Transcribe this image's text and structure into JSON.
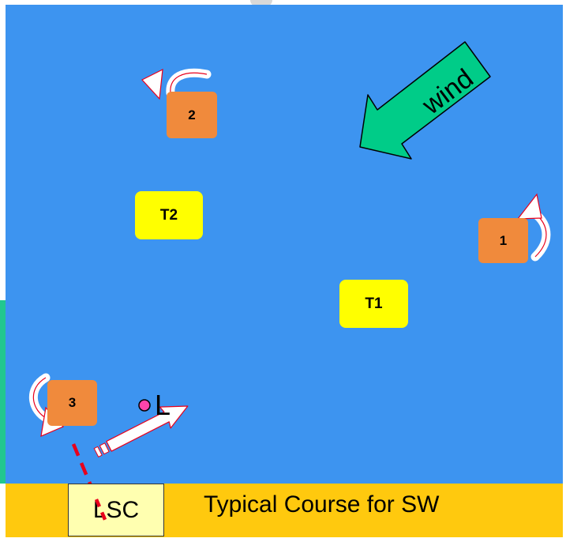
{
  "course": {
    "wind_label": "wind",
    "marks": {
      "mark_1": "1",
      "mark_2": "2",
      "mark_3": "3"
    },
    "targets": {
      "t1": "T1",
      "t2": "T2"
    },
    "line_end_label": "L",
    "committee_label": "LSC",
    "caption": "Typical Course for SW"
  },
  "colors": {
    "water": "#3d94f0",
    "shore": "#ffc90e",
    "rounding_mark": "#f08a3c",
    "target_mark": "#ffff00",
    "wind_arrow": "#00cc88",
    "start_line": "#e8001c",
    "pin": "#ff44aa"
  }
}
